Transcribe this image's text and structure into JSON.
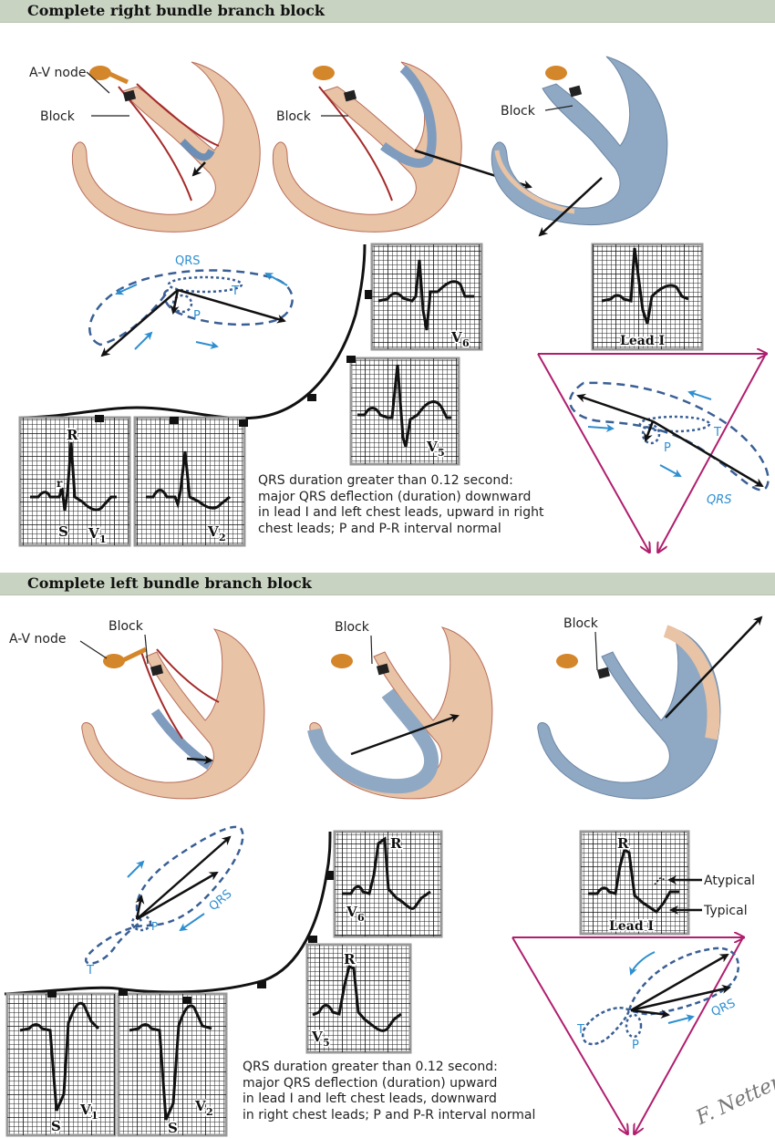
{
  "sections": [
    {
      "title": "Complete right bundle branch block",
      "labels": {
        "av_node": "A-V node",
        "block_1": "Block",
        "block_2": "Block",
        "block_3": "Block"
      },
      "vectorcardiogram_left": {
        "qrs": "QRS",
        "t": "T",
        "p": "P"
      },
      "vectorcardiogram_right": {
        "qrs": "QRS",
        "t": "T",
        "p": "P"
      },
      "ecg_leads": [
        {
          "id": "V6",
          "label_main": "V",
          "label_sub": "6"
        },
        {
          "id": "V5",
          "label_main": "V",
          "label_sub": "5"
        },
        {
          "id": "V1",
          "label_main": "V",
          "label_sub": "1",
          "wave_labels": [
            "R",
            "r",
            "S"
          ]
        },
        {
          "id": "V2",
          "label_main": "V",
          "label_sub": "2"
        },
        {
          "id": "LeadI",
          "label_main": "Lead I"
        }
      ],
      "description": [
        "QRS duration greater than 0.12 second:",
        "major QRS deflection (duration) downward",
        "in lead I and left chest leads, upward in right",
        "chest leads; P and P-R interval normal"
      ]
    },
    {
      "title": "Complete left bundle branch block",
      "labels": {
        "av_node": "A-V node",
        "block_1": "Block",
        "block_2": "Block",
        "block_3": "Block"
      },
      "vectorcardiogram_left": {
        "qrs": "QRS",
        "t": "T",
        "p": "P"
      },
      "vectorcardiogram_right": {
        "qrs": "QRS",
        "t": "T",
        "p": "P"
      },
      "ecg_leads": [
        {
          "id": "V6",
          "label_main": "V",
          "label_sub": "6",
          "wave_labels": [
            "R"
          ]
        },
        {
          "id": "V5",
          "label_main": "V",
          "label_sub": "5",
          "wave_labels": [
            "R"
          ]
        },
        {
          "id": "V1",
          "label_main": "V",
          "label_sub": "1",
          "wave_labels": [
            "S"
          ]
        },
        {
          "id": "V2",
          "label_main": "V",
          "label_sub": "2",
          "wave_labels": [
            "S"
          ]
        },
        {
          "id": "LeadI",
          "label_main": "Lead I",
          "wave_labels": [
            "R"
          ]
        }
      ],
      "annotations": {
        "atypical": "Atypical",
        "typical": "Typical"
      },
      "description": [
        "QRS duration greater than 0.12 second:",
        "major QRS deflection (duration) upward",
        "in lead I and left chest leads, downward",
        "in right chest leads; P and P-R interval normal"
      ]
    }
  ],
  "signature": "F. Netter M.D.",
  "colors": {
    "header_bar": "#c9d3c2",
    "tissue": "#e8c3a5",
    "depolarized": "#8fa9c4",
    "conduction": "#a52a2a",
    "av_node": "#d4862a",
    "loop_dash": "#3a5f95",
    "loop_arrow": "#2e8fd0",
    "triangle": "#b01e6e"
  }
}
